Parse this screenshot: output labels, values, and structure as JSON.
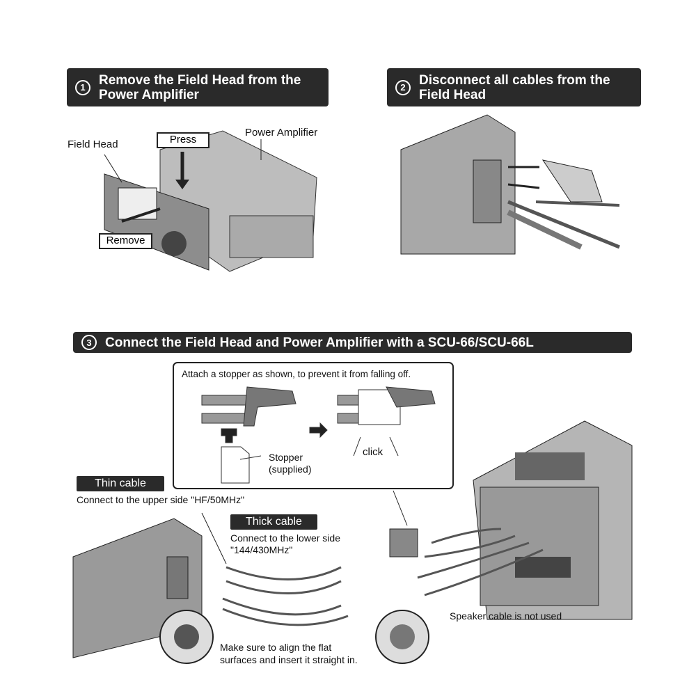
{
  "step1": {
    "num": "1",
    "title": "Remove the Field Head from the Power Amplifier",
    "field_head": "Field Head",
    "press": "Press",
    "power_amplifier": "Power Amplifier",
    "remove": "Remove"
  },
  "step2": {
    "num": "2",
    "title": "Disconnect all cables from the Field Head"
  },
  "step3": {
    "num": "3",
    "title": "Connect the Field Head and Power Amplifier with a SCU-66/SCU-66L",
    "stopper_box": {
      "instruction": "Attach a stopper as shown, to prevent it from falling off.",
      "stopper": "Stopper",
      "supplied": "(supplied)",
      "click": "click"
    },
    "thin_cable": "Thin cable",
    "thin_desc": "Connect to the upper side \"HF/50MHz\"",
    "thick_cable": "Thick cable",
    "thick_desc1": "Connect to the lower side",
    "thick_desc2": "\"144/430MHz\"",
    "speaker": "Speaker cable is not used",
    "align1": "Make sure to align the flat",
    "align2": "surfaces and insert it straight in."
  }
}
